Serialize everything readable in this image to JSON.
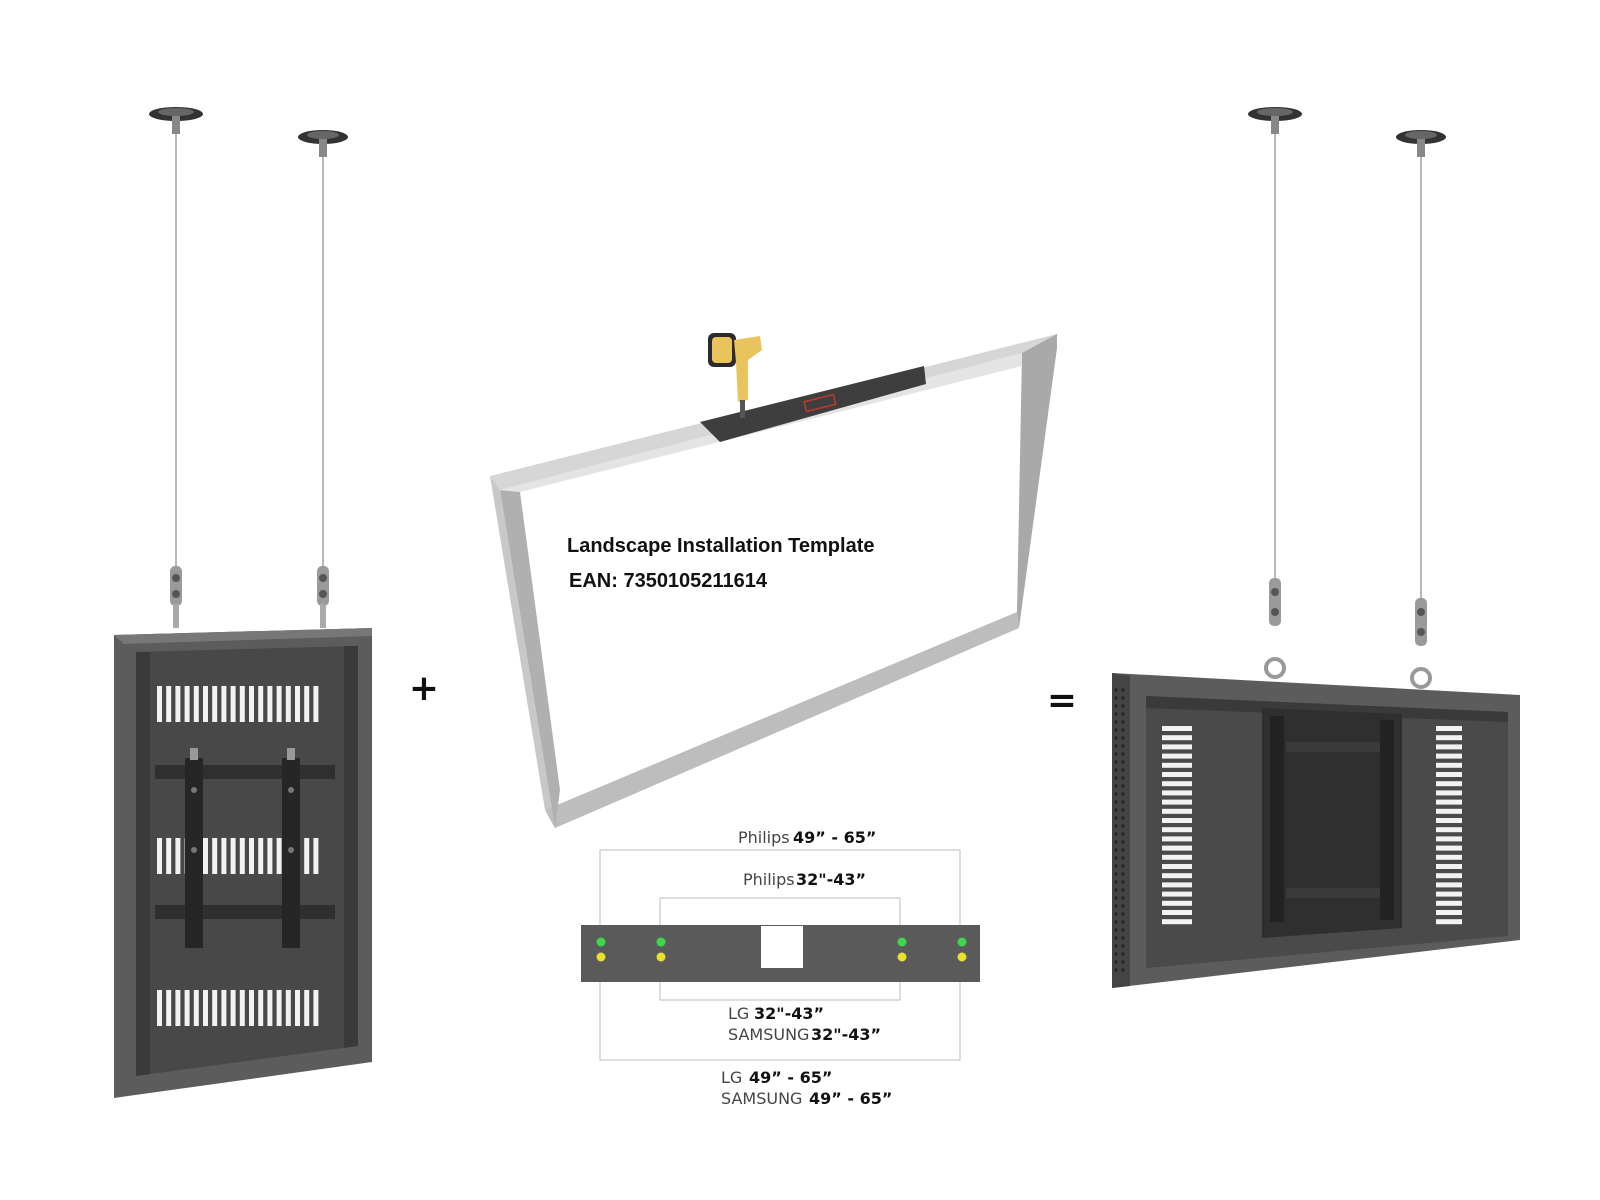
{
  "template": {
    "title": "Landscape Installation Template",
    "ean": "EAN: 7350105211614"
  },
  "operators": {
    "plus": "+",
    "equals": "="
  },
  "vesa_labels": {
    "philips_large": {
      "brand": "Philips",
      "size": "49” - 65”"
    },
    "philips_small": {
      "brand": "Philips",
      "size": "32\"-43”"
    },
    "lg_small": {
      "brand": "LG",
      "size": "32\"-43”"
    },
    "samsung_small": {
      "brand": "SAMSUNG",
      "size": "32\"-43”"
    },
    "lg_large": {
      "brand": "LG",
      "size": "49” - 65”"
    },
    "samsung_large": {
      "brand": "SAMSUNG",
      "size": "49” - 65”"
    }
  },
  "colors": {
    "enclosure": "#5a5a5a",
    "enclosure_dark": "#3d3d3d",
    "frame": "#c2c2c2",
    "hole_green": "#3ed64a",
    "hole_yellow": "#e8e02a",
    "drill": "#e9c35c"
  },
  "icons": [
    "ceiling-mount-icon",
    "drill-icon"
  ]
}
